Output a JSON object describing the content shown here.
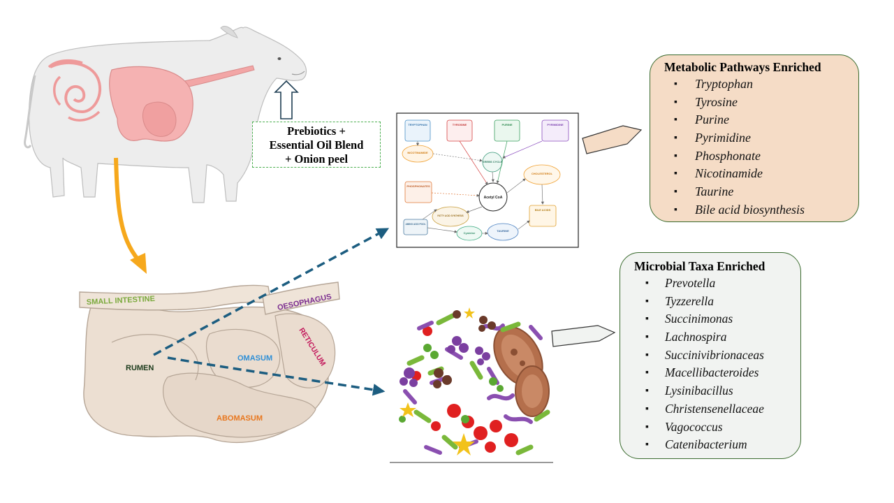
{
  "treatment": {
    "line1": "Prebiotics +",
    "line2": "Essential Oil Blend",
    "line3": "+ Onion peel"
  },
  "stomach_labels": {
    "small_intestine": "SMALL INTESTINE",
    "oesophagus": "OESOPHAGUS",
    "reticulum": "RETICULUM",
    "omasum": "OMASUM",
    "rumen": "RUMEN",
    "abomasum": "ABOMASUM"
  },
  "pathway_diagram": {
    "nodes": [
      "TRYPTOPHAN",
      "TYROSINE",
      "PURINE",
      "PYRIMIDINE",
      "NICOTINAMIDE",
      "KREBS CYCLE",
      "CHOLESTEROL",
      "PHOSPHONATES",
      "Acetyl CoA",
      "FATTY ACID SYNTHESIS",
      "BILE ACIDS",
      "AMINO ACID POOL",
      "TAURINE",
      "Cysteine"
    ]
  },
  "pathways_panel": {
    "title": "Metabolic Pathways Enriched",
    "items": [
      "Tryptophan",
      "Tyrosine",
      "Purine",
      "Pyrimidine",
      "Phosphonate",
      "Nicotinamide",
      "Taurine",
      "Bile acid biosynthesis"
    ]
  },
  "taxa_panel": {
    "title": "Microbial Taxa Enriched",
    "items": [
      "Prevotella",
      "Tyzzerella",
      "Succinimonas",
      "Lachnospira",
      "Succinivibrionaceas",
      "Macellibacteroides",
      "Lysinibacillus",
      "Christensenellaceae",
      "Vagococcus",
      "Catenibacterium"
    ]
  },
  "colors": {
    "cow_body": "#ececec",
    "gut": "#f2a6a6",
    "stomach": "#ecdfd2",
    "arrow_orange": "#f6a81c",
    "arrow_dashed": "#1c5d80",
    "pathways_fill": "#f5dcc6",
    "taxa_fill": "#f1f3f1",
    "panel_border": "#3a6b2e"
  }
}
